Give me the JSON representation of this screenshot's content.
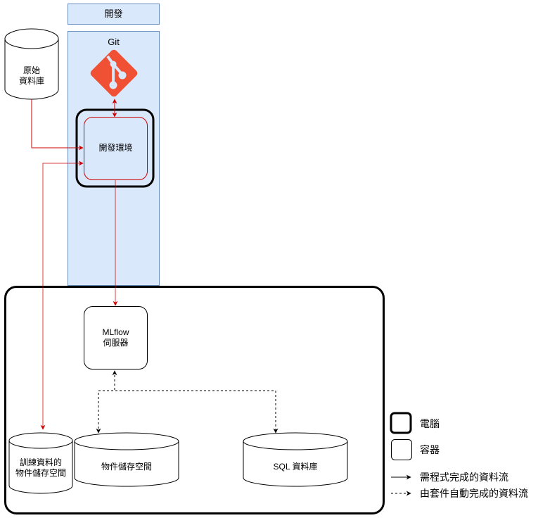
{
  "title_box": {
    "label": "開發"
  },
  "dev_zone": {
    "git_label": "Git",
    "git_icon": "git-logo-icon",
    "dev_env_label": "開發環境"
  },
  "sources": {
    "raw_db": {
      "line1": "原始",
      "line2": "資料庫"
    }
  },
  "server_zone": {
    "mlflow": {
      "line1": "MLflow",
      "line2": "伺服器"
    },
    "training_store": {
      "line1": "訓練資料的",
      "line2": "物件儲存空間"
    },
    "object_store": {
      "label": "物件儲存空間"
    },
    "sql_db": {
      "label": "SQL 資料庫"
    }
  },
  "legend": {
    "computer": "電腦",
    "container": "容器",
    "manual_flow": "需程式完成的資料流",
    "auto_flow": "由套件自動完成的資料流"
  },
  "colors": {
    "dev_fill": "#dae8fc",
    "dev_stroke": "#6c8ebf",
    "red_flow": "#cc0000",
    "git_orange": "#f05033"
  }
}
